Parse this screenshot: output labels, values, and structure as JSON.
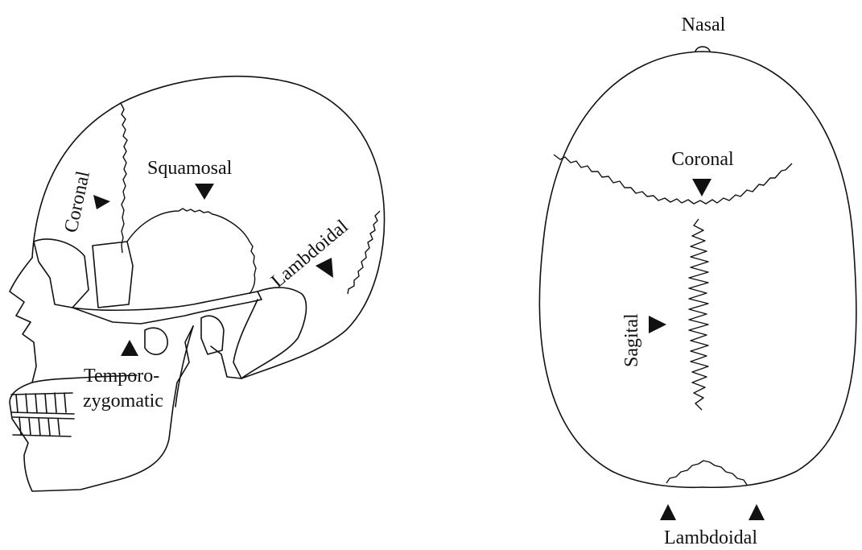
{
  "labels": {
    "lateral_coronal": "Coronal",
    "lateral_squamosal": "Squamosal",
    "lateral_lambdoidal": "Lambdoidal",
    "lateral_temporo_line1": "Temporo-",
    "lateral_temporo_line2": "zygomatic",
    "superior_nasal": "Nasal",
    "superior_coronal": "Coronal",
    "superior_sagital": "Sagital",
    "superior_lambdoidal": "Lambdoidal"
  },
  "colors": {
    "ink": "#111111",
    "background": "#ffffff"
  }
}
